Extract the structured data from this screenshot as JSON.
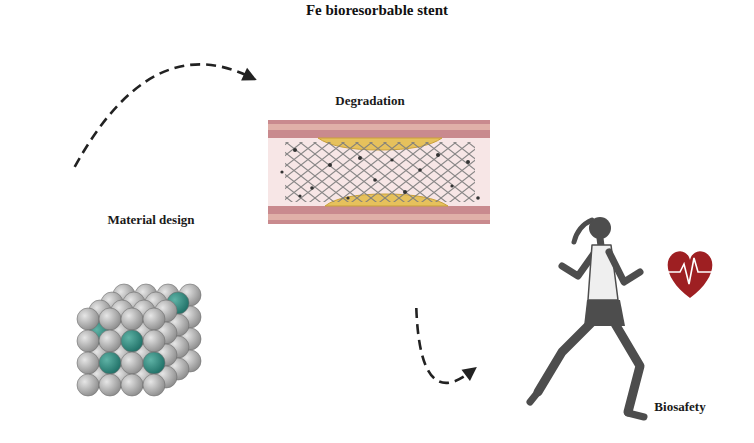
{
  "diagram": {
    "title": "Fe bioresorbable stent",
    "nodes": [
      {
        "text": [
          "Material design"
        ]
      },
      {
        "text": [
          "Degradation"
        ]
      },
      {
        "text": [
          "Biosafety"
        ]
      }
    ],
    "edges": [
      {
        "from": 0,
        "to": 1,
        "arrow": "to"
      },
      {
        "from": 1,
        "to": 2,
        "arrow": "to"
      }
    ]
  }
}
